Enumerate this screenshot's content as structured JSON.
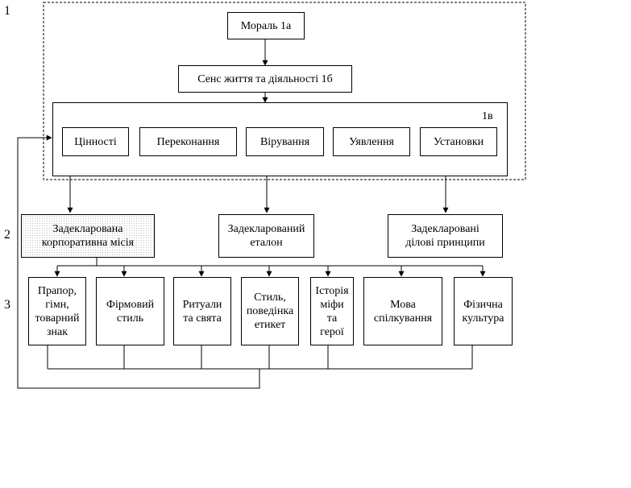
{
  "level_labels": [
    "1",
    "2",
    "3"
  ],
  "top": {
    "moral": "Мораль 1а",
    "sense": "Сенс життя та діяльності 1б",
    "group_tag": "1в",
    "items": [
      "Цінності",
      "Переконання",
      "Вірування",
      "Уявлення",
      "Установки"
    ]
  },
  "declared": {
    "mission": [
      "Задекларована",
      "корпоративна місія"
    ],
    "etalon": [
      "Задекларований",
      "еталон"
    ],
    "principles": [
      "Задекларовані",
      "ділові принципи"
    ]
  },
  "elements": [
    [
      "Прапор,",
      "гімн,",
      "товарний",
      "знак"
    ],
    [
      "Фірмовий",
      "стиль"
    ],
    [
      "Ритуали",
      "та свята"
    ],
    [
      "Стиль,",
      "поведінка",
      "етикет"
    ],
    [
      "Історія",
      "міфи",
      "та",
      "герої"
    ],
    [
      "Мова",
      "спілкування"
    ],
    [
      "Фізична",
      "культура"
    ]
  ]
}
